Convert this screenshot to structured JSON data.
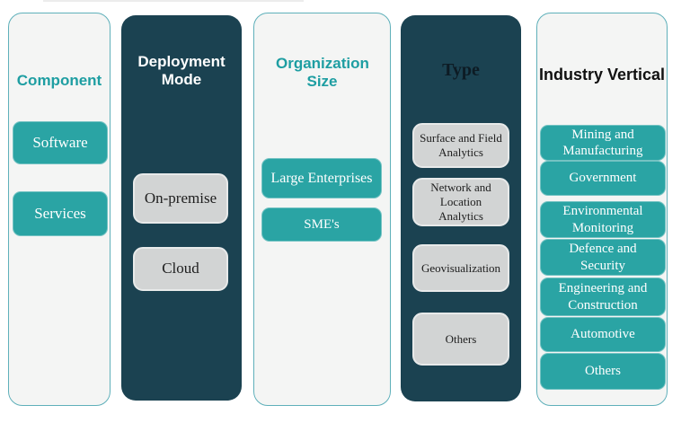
{
  "columns": [
    {
      "title": "Component",
      "panel_style": "light",
      "items": [
        "Software",
        "Services"
      ]
    },
    {
      "title": "Deployment Mode",
      "panel_style": "dark",
      "items": [
        "On-premise",
        "Cloud"
      ]
    },
    {
      "title": "Organization Size",
      "panel_style": "light",
      "items": [
        "Large Enterprises",
        "SME's"
      ]
    },
    {
      "title": "Type",
      "panel_style": "dark",
      "items": [
        "Surface and Field Analytics",
        "Network and Location Analytics",
        "Geovisualization",
        "Others"
      ]
    },
    {
      "title": "Industry Vertical",
      "panel_style": "light",
      "items": [
        "Mining and Manufacturing",
        "Government",
        "Environmental Monitoring",
        "Defence and Security",
        "Engineering and Construction",
        "Automotive",
        "Others"
      ]
    }
  ],
  "colors": {
    "teal_button": "#2aa4a4",
    "dark_panel": "#1b4251",
    "light_panel": "#f4f5f4",
    "light_panel_border": "#5fb0ba",
    "gray_button": "#d2d4d4",
    "gray_button_border": "#e8eaea",
    "header_teal": "#1e9ea2",
    "header_white": "#ffffff",
    "header_black": "#111111",
    "button_text_white": "#ffffff",
    "button_text_dark": "#1e1e1e"
  }
}
